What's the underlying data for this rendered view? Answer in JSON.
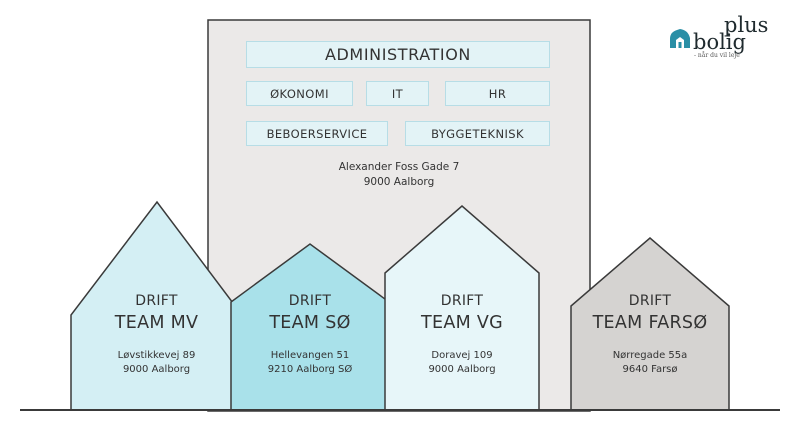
{
  "logo": {
    "top_word": "plus",
    "bottom_word": "bolig",
    "tagline": "- når du vil leje"
  },
  "administration": {
    "title": "ADMINISTRATION",
    "units": [
      "ØKONOMI",
      "IT",
      "HR",
      "BEBOERSERVICE",
      "BYGGETEKNISK"
    ],
    "address_line1": "Alexander Foss Gade 7",
    "address_line2": "9000 Aalborg"
  },
  "teams": [
    {
      "label": "DRIFT",
      "name": "TEAM MV",
      "address_line1": "Løvstikkevej 89",
      "address_line2": "9000 Aalborg"
    },
    {
      "label": "DRIFT",
      "name": "TEAM SØ",
      "address_line1": "Hellevangen 51",
      "address_line2": "9210 Aalborg SØ"
    },
    {
      "label": "DRIFT",
      "name": "TEAM VG",
      "address_line1": "Doravej 109",
      "address_line2": "9000 Aalborg"
    },
    {
      "label": "DRIFT",
      "name": "TEAM FARSØ",
      "address_line1": "Nørregade 55a",
      "address_line2": "9640 Farsø"
    }
  ],
  "colors": {
    "hq_fill": "#ebe9e8",
    "hq_stroke": "#3a3a3a",
    "unit_box_fill": "#e3f3f6",
    "unit_box_stroke": "#b7dde6",
    "team_mv_fill": "#d4eff4",
    "team_so_fill": "#a9e1ea",
    "team_vg_fill": "#e7f6f9",
    "team_farso_fill": "#d5d3d1",
    "logo_accent": "#2a8fa6"
  }
}
